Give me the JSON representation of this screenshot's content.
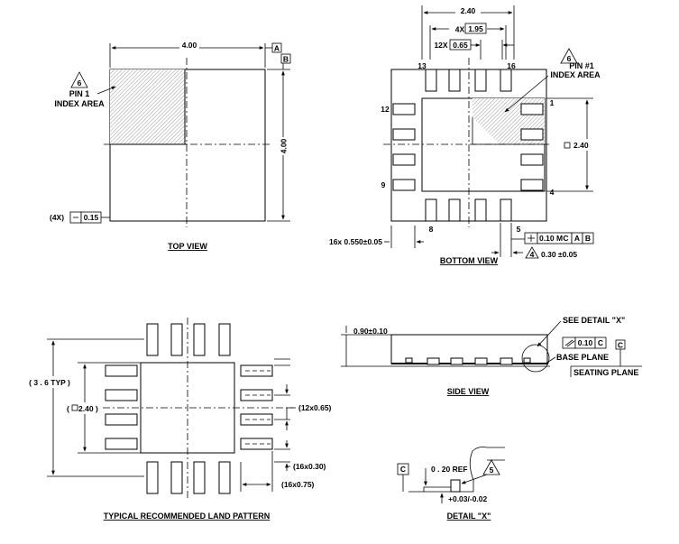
{
  "top_view": {
    "title": "TOP VIEW",
    "width_dim": "4.00",
    "height_dim": "4.00",
    "datum_a": "A",
    "datum_b": "B",
    "pin1_note_num": "6",
    "pin1_line1": "PIN 1",
    "pin1_line2": "INDEX AREA",
    "flat_prefix": "(4X)",
    "flat_value": "0.15"
  },
  "bottom_view": {
    "title": "BOTTOM VIEW",
    "width_dim": "2.40",
    "pitch_4x_prefix": "4X",
    "pitch_4x_value": "1.95",
    "pitch_12x_prefix": "12X",
    "pitch_12x_value": "0.65",
    "pin_13": "13",
    "pin_16": "16",
    "pin_12": "12",
    "pin_9": "9",
    "pin_8": "8",
    "pin_5": "5",
    "pin_1": "1",
    "pin_4": "4",
    "pad_height_dim": "2.40",
    "pin1_note_num": "6",
    "pin1_line1": "PIN #1",
    "pin1_line2": "INDEX AREA",
    "lead_length": "16x 0.550±0.05",
    "tol_value": "0.10",
    "tol_m": "M",
    "tol_c": "C",
    "tol_a": "A",
    "tol_b": "B",
    "lead_note_num": "4",
    "lead_width": "0.30 ±0.05"
  },
  "land_pattern": {
    "title": "TYPICAL RECOMMENDED LAND PATTERN",
    "overall": "( 3 . 6 TYP )",
    "center": "2.40",
    "pitch": "(12x0.65)",
    "pad_width": "(16x0.30)",
    "pad_length": "(16x0.75)"
  },
  "side_view": {
    "title": "SIDE VIEW",
    "height": "0.90±0.10",
    "see_detail": "SEE DETAIL \"X\"",
    "coplanarity": "0.10",
    "datum_c": "C",
    "base_plane": "BASE PLANE",
    "seating_plane": "SEATING PLANE"
  },
  "detail_x": {
    "title": "DETAIL \"X\"",
    "datum_c": "C",
    "ref": "0 . 20 REF",
    "note_num": "5",
    "tol": "+0.03/-0.02"
  }
}
